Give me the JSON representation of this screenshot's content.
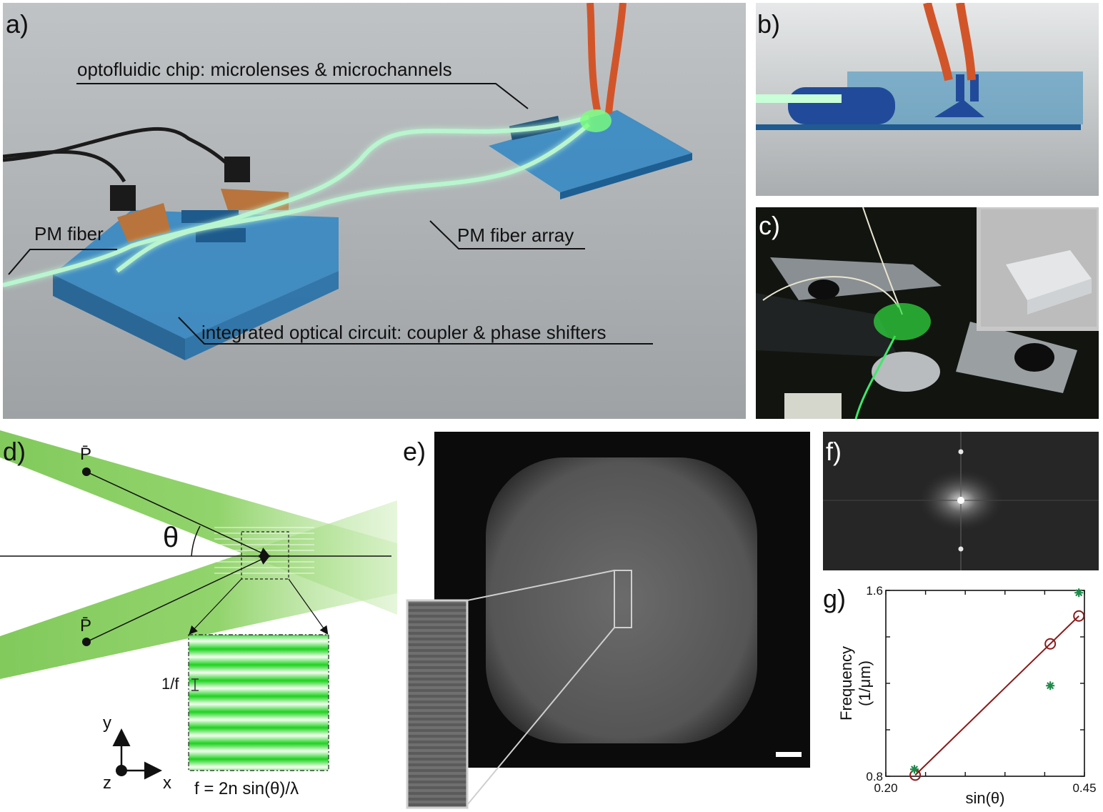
{
  "panel_labels": {
    "a": "a)",
    "b": "b)",
    "c": "c)",
    "d": "d)",
    "e": "e)",
    "f": "f)",
    "g": "g)"
  },
  "panel_a": {
    "ann_chip": "optofluidic chip: microlenses & microchannels",
    "ann_pm_fiber": "PM fiber",
    "ann_fiber_array": "PM fiber array",
    "ann_circuit": "integrated optical circuit: coupler & phase shifters"
  },
  "panel_d": {
    "point_label": "P̄",
    "theta": "θ",
    "period_label": "1/f",
    "axis_y": "y",
    "axis_x": "x",
    "axis_z": "z",
    "formula": "f = 2n sin(θ)/λ"
  },
  "colors": {
    "beam_green": "#5cb832",
    "fringe_green": "#22d822",
    "chip_blue": "#2f86c4",
    "tube_orange": "#d2552a",
    "fit_red": "#8b1a1a",
    "star_green": "#1f8a4a"
  },
  "chart_data": {
    "type": "scatter",
    "xlabel": "sin(θ)",
    "ylabel": "Frequency (1/μm)",
    "ylabel_line1": "Frequency",
    "ylabel_line2": "(1/μm)",
    "xlim": [
      0.2,
      0.45
    ],
    "ylim": [
      0.8,
      1.6
    ],
    "x_tick_labels": [
      "0.20",
      "0.45"
    ],
    "y_tick_labels": [
      "0.8",
      "1.6"
    ],
    "series": [
      {
        "marker": "circle",
        "color": "#8b1a1a",
        "x": [
          0.237,
          0.407,
          0.443
        ],
        "y": [
          0.805,
          1.37,
          1.49
        ]
      },
      {
        "marker": "star",
        "color": "#1f8a4a",
        "x": [
          0.236,
          0.407,
          0.443
        ],
        "y": [
          0.83,
          1.19,
          1.59
        ]
      }
    ],
    "fit_line": {
      "x": [
        0.237,
        0.443
      ],
      "y": [
        0.805,
        1.49
      ]
    }
  }
}
